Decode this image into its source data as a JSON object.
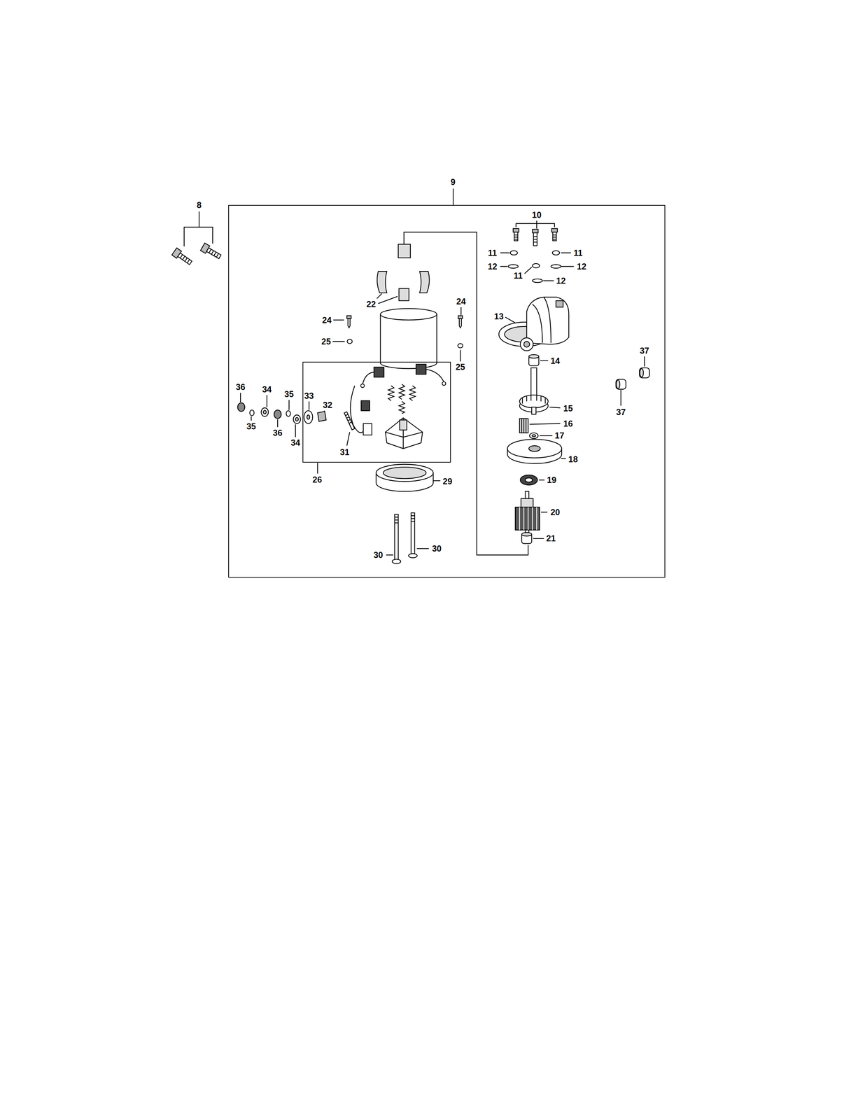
{
  "diagram": {
    "nodes": [
      {
        "text": [
          "9"
        ]
      },
      {
        "text": [
          "26"
        ],
        "in": 0
      }
    ],
    "labels": [
      "8",
      "10",
      "11",
      "11",
      "12",
      "12",
      "11",
      "12",
      "24",
      "22",
      "13",
      "24",
      "25",
      "37",
      "14",
      "25",
      "36",
      "34",
      "35",
      "33",
      "32",
      "15",
      "37",
      "16",
      "35",
      "36",
      "17",
      "34",
      "31",
      "18",
      "29",
      "19",
      "20",
      "21",
      "30",
      "30"
    ]
  }
}
